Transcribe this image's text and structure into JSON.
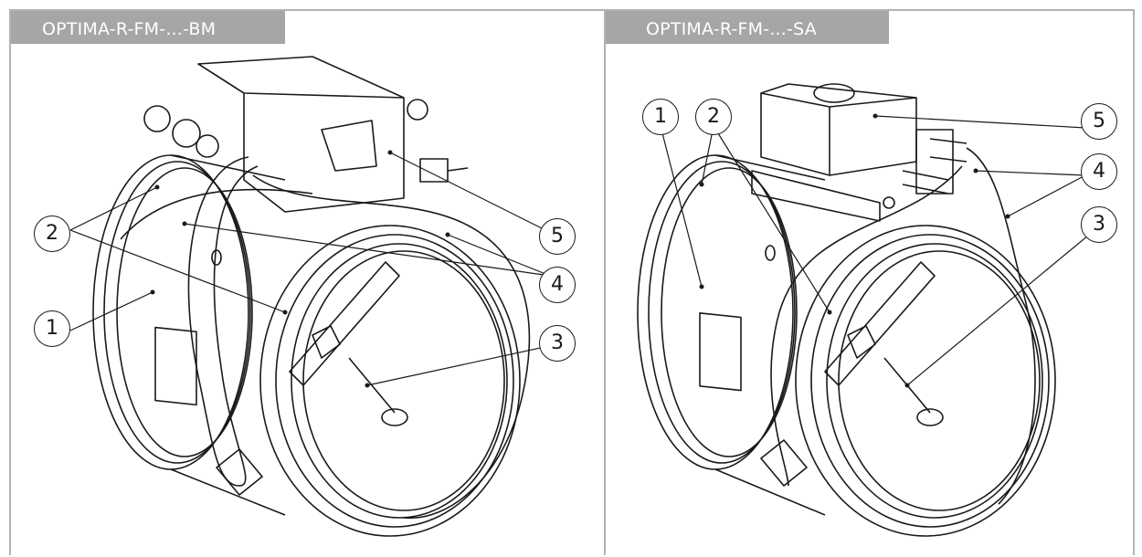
{
  "panels": [
    {
      "title": "OPTIMA-R-FM-...-BM",
      "callouts": [
        "1",
        "2",
        "3",
        "4",
        "5"
      ]
    },
    {
      "title": "OPTIMA-R-FM-...-SA",
      "callouts": [
        "1",
        "2",
        "3",
        "4",
        "5"
      ]
    }
  ],
  "colors": {
    "tab_background": "#a6a6a6",
    "frame": "#b3b3b3",
    "line": "#1a1a1a"
  }
}
